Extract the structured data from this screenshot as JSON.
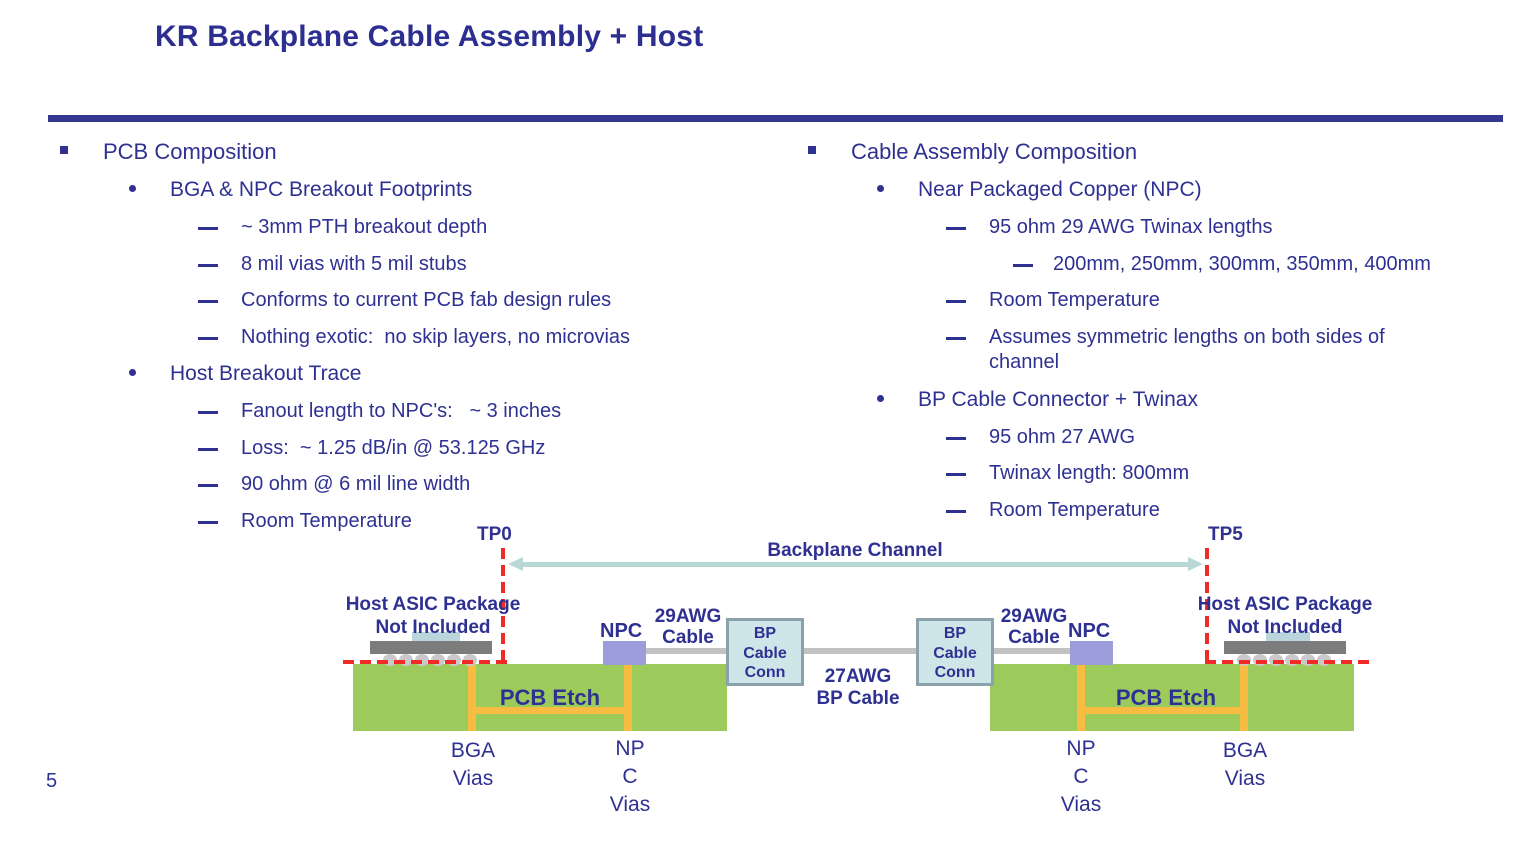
{
  "slide": {
    "title": "KR Backplane Cable Assembly + Host",
    "page_number": "5",
    "accent_color": "#35388F",
    "text_color": "#2E3192"
  },
  "columns": {
    "left": {
      "items": [
        {
          "level": 1,
          "text": "PCB Composition"
        },
        {
          "level": 2,
          "text": "BGA & NPC Breakout Footprints"
        },
        {
          "level": 3,
          "text": "~ 3mm PTH breakout depth"
        },
        {
          "level": 3,
          "text": "8 mil vias with 5 mil stubs"
        },
        {
          "level": 3,
          "text": "Conforms to current PCB fab design rules"
        },
        {
          "level": 3,
          "text": "Nothing exotic:  no skip layers, no microvias"
        },
        {
          "level": 2,
          "text": "Host Breakout Trace"
        },
        {
          "level": 3,
          "text": "Fanout length to NPC's:   ~ 3 inches"
        },
        {
          "level": 3,
          "text": "Loss:  ~ 1.25 dB/in @ 53.125 GHz"
        },
        {
          "level": 3,
          "text": "90 ohm @ 6 mil line width"
        },
        {
          "level": 3,
          "text": "Room Temperature"
        }
      ]
    },
    "right": {
      "items": [
        {
          "level": 1,
          "text": "Cable Assembly Composition"
        },
        {
          "level": 2,
          "text": "Near Packaged Copper (NPC)"
        },
        {
          "level": 3,
          "text": "95 ohm 29 AWG Twinax lengths"
        },
        {
          "level": 4,
          "text": "200mm, 250mm, 300mm, 350mm, 400mm"
        },
        {
          "level": 3,
          "text": "Room Temperature"
        },
        {
          "level": 3,
          "text": "Assumes symmetric lengths on both sides of channel"
        },
        {
          "level": 2,
          "text": "BP Cable Connector + Twinax"
        },
        {
          "level": 3,
          "text": "95 ohm 27 AWG"
        },
        {
          "level": 3,
          "text": "Twinax length: 800mm"
        },
        {
          "level": 3,
          "text": "Room Temperature"
        }
      ]
    }
  },
  "diagram": {
    "tp0_label": "TP0",
    "tp5_label": "TP5",
    "backplane_channel_label": "Backplane Channel",
    "host_asic_line1": "Host ASIC Package",
    "host_asic_line2": "Not Included",
    "pcb_etch_label": "PCB Etch",
    "npc_label": "NPC",
    "awg29_line1": "29AWG",
    "awg29_line2": "Cable",
    "conn_line1": "BP",
    "conn_line2": "Cable",
    "conn_line3": "Conn",
    "bp_cable_line1": "27AWG",
    "bp_cable_line2": "BP Cable",
    "bga_vias_line1": "BGA",
    "bga_vias_line2": "Vias",
    "npc_vias_line1": "NP",
    "npc_vias_line2": "C",
    "npc_vias_line3": "Vias",
    "colors": {
      "pcb_green": "#9CCB5B",
      "via_orange": "#F7BC41",
      "npc_purple": "#9C9CDA",
      "conn_fill": "#CFE6E8",
      "conn_border": "#8AA2AC",
      "cable_gray": "#C2C2C2",
      "package_gray": "#7C7C7C",
      "die_blue": "#B8D6DB",
      "ball_gray": "#C9C9C9",
      "arrow_teal": "#B7D8D5",
      "tp_red": "#EE2B24"
    }
  }
}
